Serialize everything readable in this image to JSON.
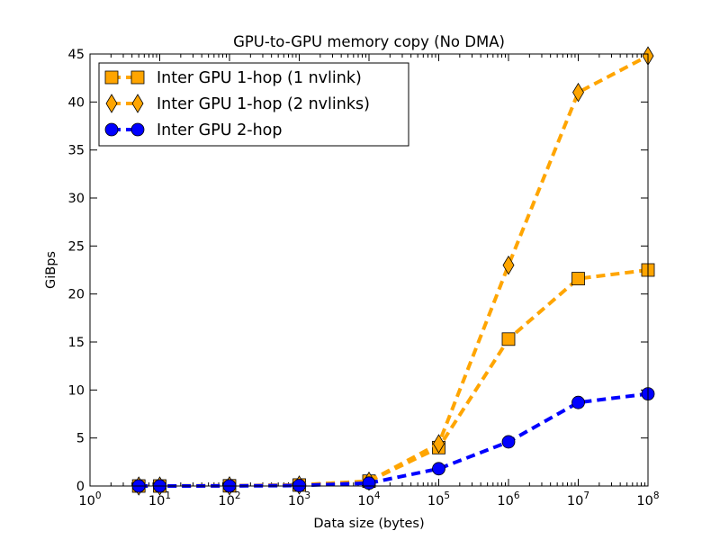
{
  "chart_data": {
    "type": "line",
    "title": "GPU-to-GPU memory copy (No DMA)",
    "xlabel": "Data size (bytes)",
    "ylabel": "GiBps",
    "xscale": "log",
    "xlim": [
      1,
      100000000
    ],
    "ylim": [
      0,
      45
    ],
    "grid": false,
    "legend_position": "top-left",
    "x_tick_labels": [
      {
        "base": "10",
        "exp": "0"
      },
      {
        "base": "10",
        "exp": "1"
      },
      {
        "base": "10",
        "exp": "2"
      },
      {
        "base": "10",
        "exp": "3"
      },
      {
        "base": "10",
        "exp": "4"
      },
      {
        "base": "10",
        "exp": "5"
      },
      {
        "base": "10",
        "exp": "6"
      },
      {
        "base": "10",
        "exp": "7"
      },
      {
        "base": "10",
        "exp": "8"
      }
    ],
    "y_ticks": [
      0,
      5,
      10,
      15,
      20,
      25,
      30,
      35,
      40,
      45
    ],
    "x": [
      5,
      10,
      100,
      1000,
      10000,
      100000,
      1000000,
      10000000,
      100000000
    ],
    "series": [
      {
        "name": "Inter GPU 1-hop (1 nvlink)",
        "color": "#FFA500",
        "marker": "square",
        "values": [
          0.0,
          0.0,
          0.02,
          0.1,
          0.5,
          4.0,
          15.3,
          21.6,
          22.5
        ]
      },
      {
        "name": "Inter GPU 1-hop (2 nvlinks)",
        "color": "#FFA500",
        "marker": "diamond",
        "values": [
          0.0,
          0.0,
          0.02,
          0.1,
          0.5,
          4.4,
          23.0,
          41.0,
          44.8
        ]
      },
      {
        "name": "Inter GPU 2-hop",
        "color": "#0000FF",
        "marker": "circle",
        "values": [
          0.0,
          0.0,
          0.01,
          0.05,
          0.3,
          1.8,
          4.6,
          8.7,
          9.6
        ]
      }
    ]
  }
}
